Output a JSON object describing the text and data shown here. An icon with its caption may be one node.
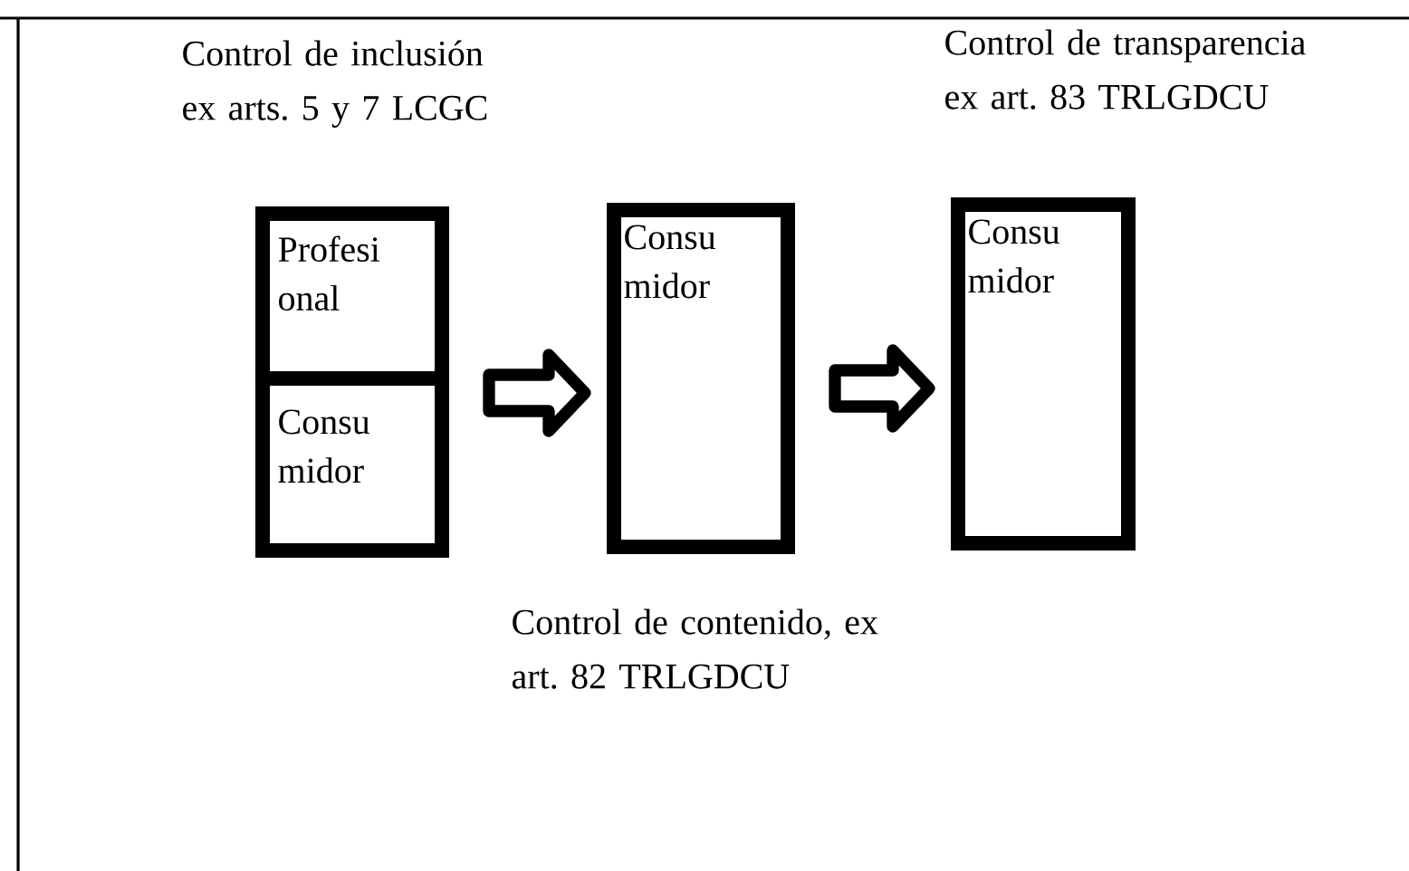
{
  "diagram": {
    "nodes": [
      {
        "text": [
          "Control de inclusión ex arts. 5 y 7 LCGC"
        ]
      },
      {
        "text": [
          "Profesi onal"
        ],
        "in": 0
      },
      {
        "text": [
          "Consu midor"
        ],
        "in": 0
      },
      {
        "text": [
          "Consu midor",
          "Control de contenido, ex art. 82 TRLGDCU"
        ]
      },
      {
        "text": [
          "Control de transparencia ex art. 83 TRLGDCU",
          "Consu midor"
        ]
      }
    ],
    "edges": [
      {
        "from": 0,
        "to": 3,
        "arrow": "to"
      },
      {
        "from": 3,
        "to": 4,
        "arrow": "to"
      }
    ]
  }
}
